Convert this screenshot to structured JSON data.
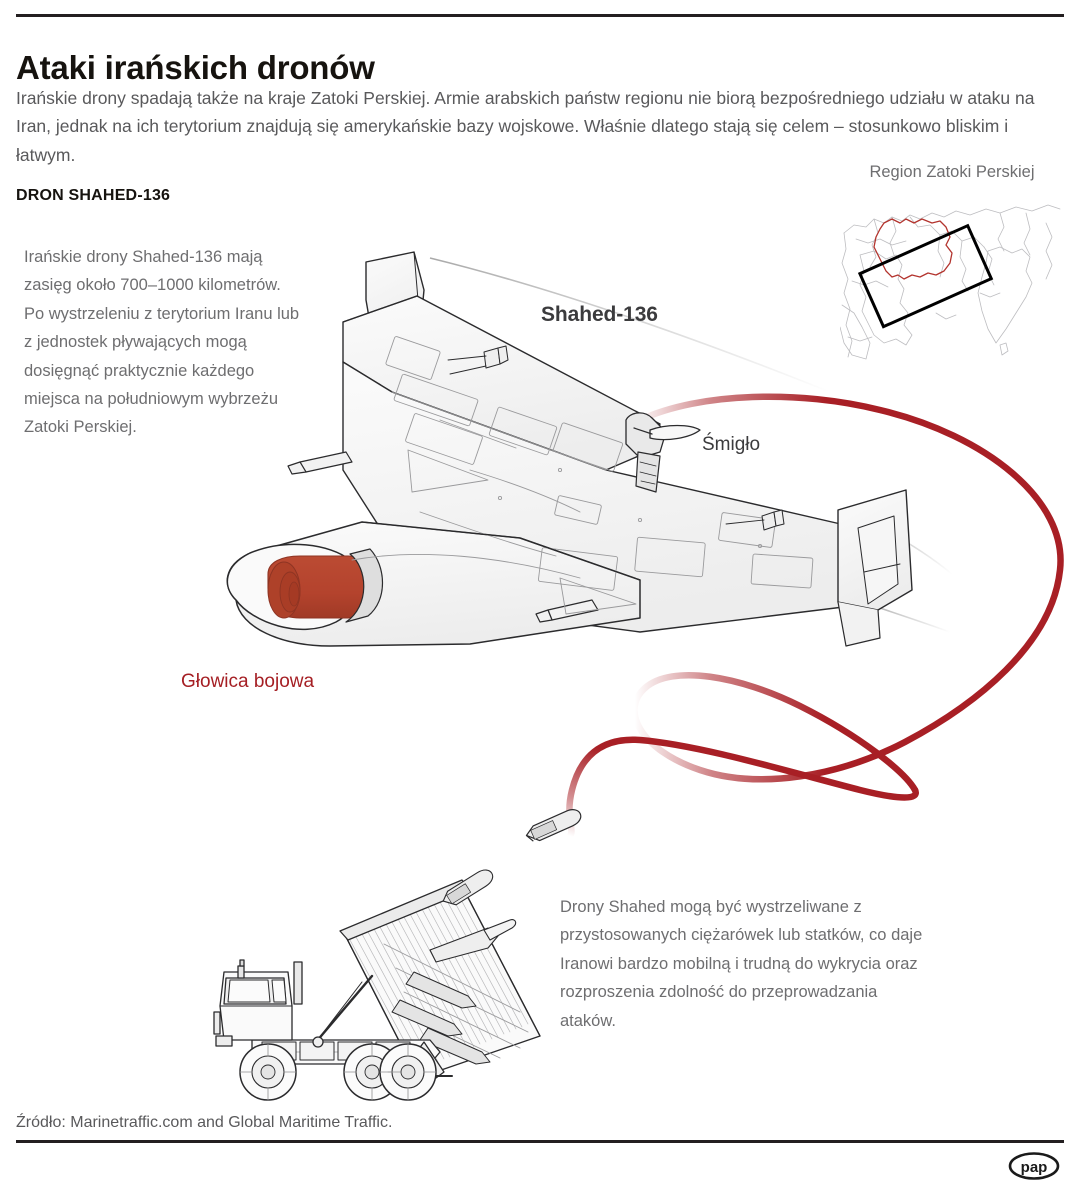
{
  "header": {
    "title": "Ataki irańskich dronów",
    "intro": "Irańskie drony spadają także na kraje Zatoki Perskiej. Armie arabskich państw regionu nie biorą bezpośredniego udziału w ataku na Iran, jednak na ich terytorium znajdują się amerykańskie bazy wojskowe. Właśnie dlatego stają się celem – stosunkowo bliskim i łatwym.",
    "section_label": "DRON SHAHED-136"
  },
  "left_column": {
    "text": "Irańskie drony Shahed-136 mają zasięg około 700–1000 kilometrów. Po wystrzeleniu z terytorium Iranu lub z jednostek pływających mogą dosięgnąć praktycznie każdego miejsca na południowym wybrzeżu Zatoki Perskiej."
  },
  "bottom_column": {
    "text": "Drony Shahed mogą być wystrzeliwane z przystosowanych ciężarówek lub statków, co daje Iranowi bardzo mobilną i trudną do wykrycia oraz rozproszenia zdolność do przeprowadzania ataków."
  },
  "map_inset": {
    "caption": "Region Zatoki Perskiej",
    "country_outline_color": "#b3342e",
    "highlight_box_color": "#000000",
    "coastline_color": "#b8b8bb"
  },
  "illustration": {
    "drone_label": "Shahed-136",
    "propeller_label": "Śmigło",
    "warhead_label": "Głowica bojowa",
    "warhead_color": "#b4432d",
    "trajectory_color": "#a81f25",
    "outline_color": "#2b2b2d",
    "body_fill": "#f4f4f4"
  },
  "footer": {
    "source": "Źródło: Marinetraffic.com and Global Maritime Traffic.",
    "logo_text": "pap"
  }
}
